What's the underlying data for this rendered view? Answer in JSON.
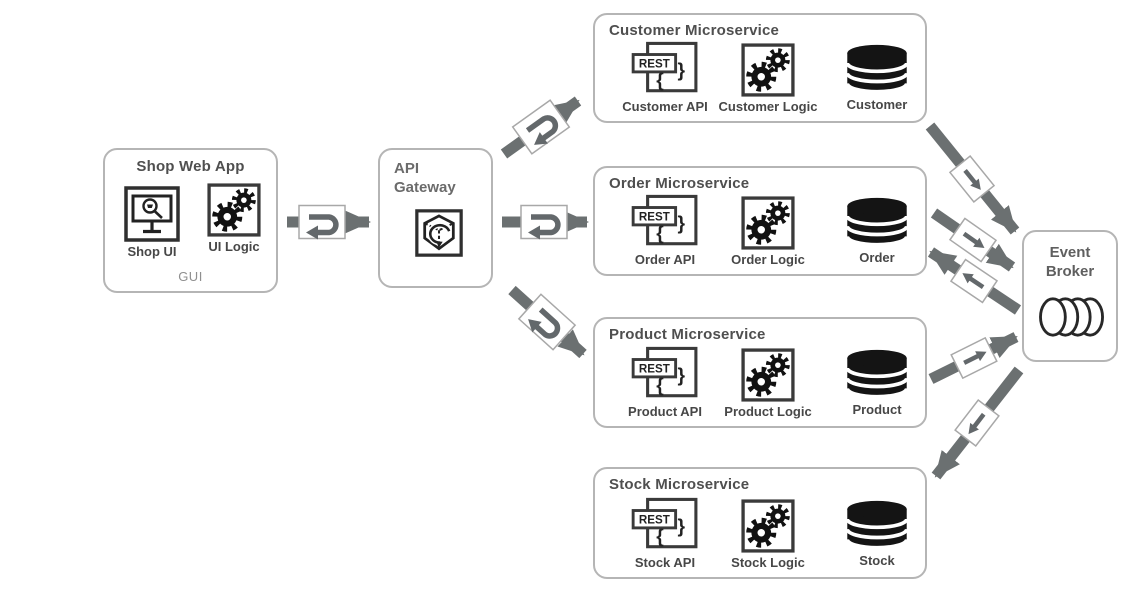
{
  "diagram": {
    "shop_app": {
      "title": "Shop Web App",
      "ui_label": "Shop UI",
      "logic_label": "UI Logic",
      "group_label": "GUI"
    },
    "gateway": {
      "title": "API Gateway"
    },
    "services": [
      {
        "title": "Customer Microservice",
        "api": "Customer API",
        "logic": "Customer Logic",
        "db": "Customer"
      },
      {
        "title": "Order Microservice",
        "api": "Order API",
        "logic": "Order Logic",
        "db": "Order"
      },
      {
        "title": "Product Microservice",
        "api": "Product API",
        "logic": "Product Logic",
        "db": "Product"
      },
      {
        "title": "Stock Microservice",
        "api": "Stock API",
        "logic": "Stock Logic",
        "db": "Stock"
      }
    ],
    "broker": {
      "title": "Event Broker"
    },
    "rest_icon": {
      "label": "REST",
      "brace_open": "{",
      "brace_close": "}"
    },
    "colors": {
      "arrow": "#6b7071",
      "node_border": "#b5b5b5",
      "title_text": "#4f4f4f",
      "icon_dark": "#141414",
      "muted_label": "#8f8f8f"
    }
  }
}
